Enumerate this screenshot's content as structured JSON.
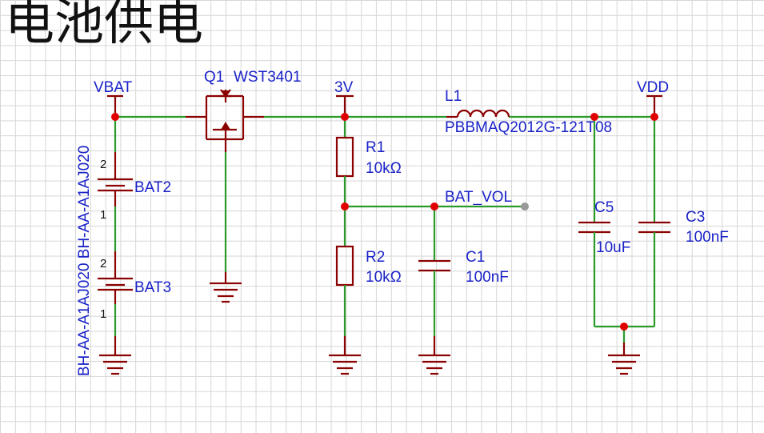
{
  "title": "电池供电",
  "nets": {
    "vbat": "VBAT",
    "v3": "3V",
    "vdd": "VDD",
    "bat_vol": "BAT_VOL"
  },
  "parts": {
    "q1": {
      "ref": "Q1",
      "value": "WST3401"
    },
    "l1": {
      "ref": "L1",
      "value": "PBBMAQ2012G-121T08"
    },
    "r1": {
      "ref": "R1",
      "value": "10kΩ"
    },
    "r2": {
      "ref": "R2",
      "value": "10kΩ"
    },
    "c1": {
      "ref": "C1",
      "value": "100nF"
    },
    "c5": {
      "ref": "C5",
      "value": "10uF"
    },
    "c3": {
      "ref": "C3",
      "value": "100nF"
    },
    "bat2": {
      "ref": "BAT2",
      "pin_top": "2",
      "pin_bottom": "1"
    },
    "bat3": {
      "ref": "BAT3",
      "pin_top": "2",
      "pin_bottom": "1"
    },
    "battery_holder": "BH-AA-A1AJ020 BH-AA-A1AJ020"
  },
  "colors": {
    "wire": "#2b9a2b",
    "component": "#8b0000",
    "junction": "#e00000",
    "label": "#1a22c8",
    "grid": "#d6d6d6"
  }
}
